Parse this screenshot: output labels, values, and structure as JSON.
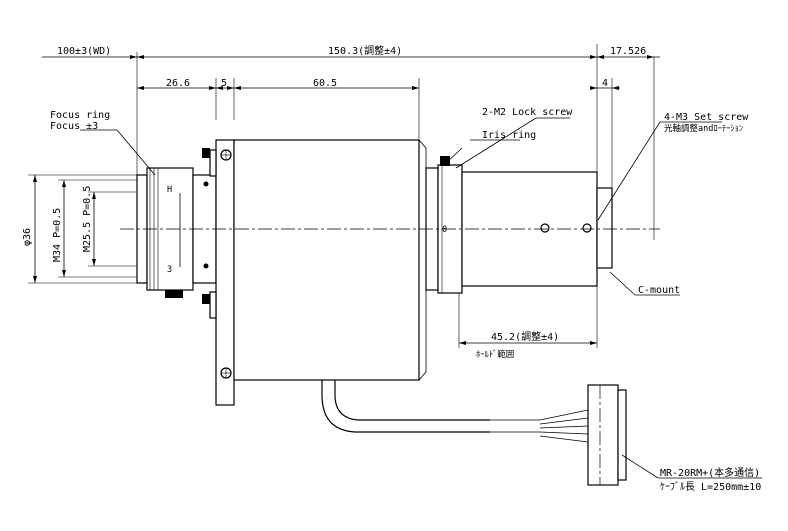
{
  "dimensions": {
    "wd": "100±3(WD)",
    "total_length": "150.3(調整±4)",
    "rear_offset": "17.526",
    "focus_section": "26.6",
    "flange_thickness": "5",
    "body_length": "60.5",
    "rear_gap": "4",
    "holder_range_value": "45.2(調整±4)",
    "holder_range_label": "ﾎｰﾙﾄﾞ範囲",
    "outer_diameter": "φ36",
    "thread_m34": "M34 P=0.5",
    "thread_m25": "M25.5 P=0.5"
  },
  "callouts": {
    "focus_ring": "Focus ring",
    "focus_adjust": "Focus ±3",
    "lock_screw": "2-M2 Lock screw",
    "iris_ring": "Iris ring",
    "set_screw": "4-M3 Set screw",
    "set_screw_note": "光軸調整andﾛｰﾃｰｼｮﾝ",
    "c_mount": "C-mount",
    "connector": "MR-20RM+(本多通信)",
    "cable_length": "ｹｰﾌﾞﾙ長 L=250mm±10"
  },
  "ring_marks": {
    "focus_top": "H",
    "focus_bottom": "3",
    "iris_top": "0"
  }
}
